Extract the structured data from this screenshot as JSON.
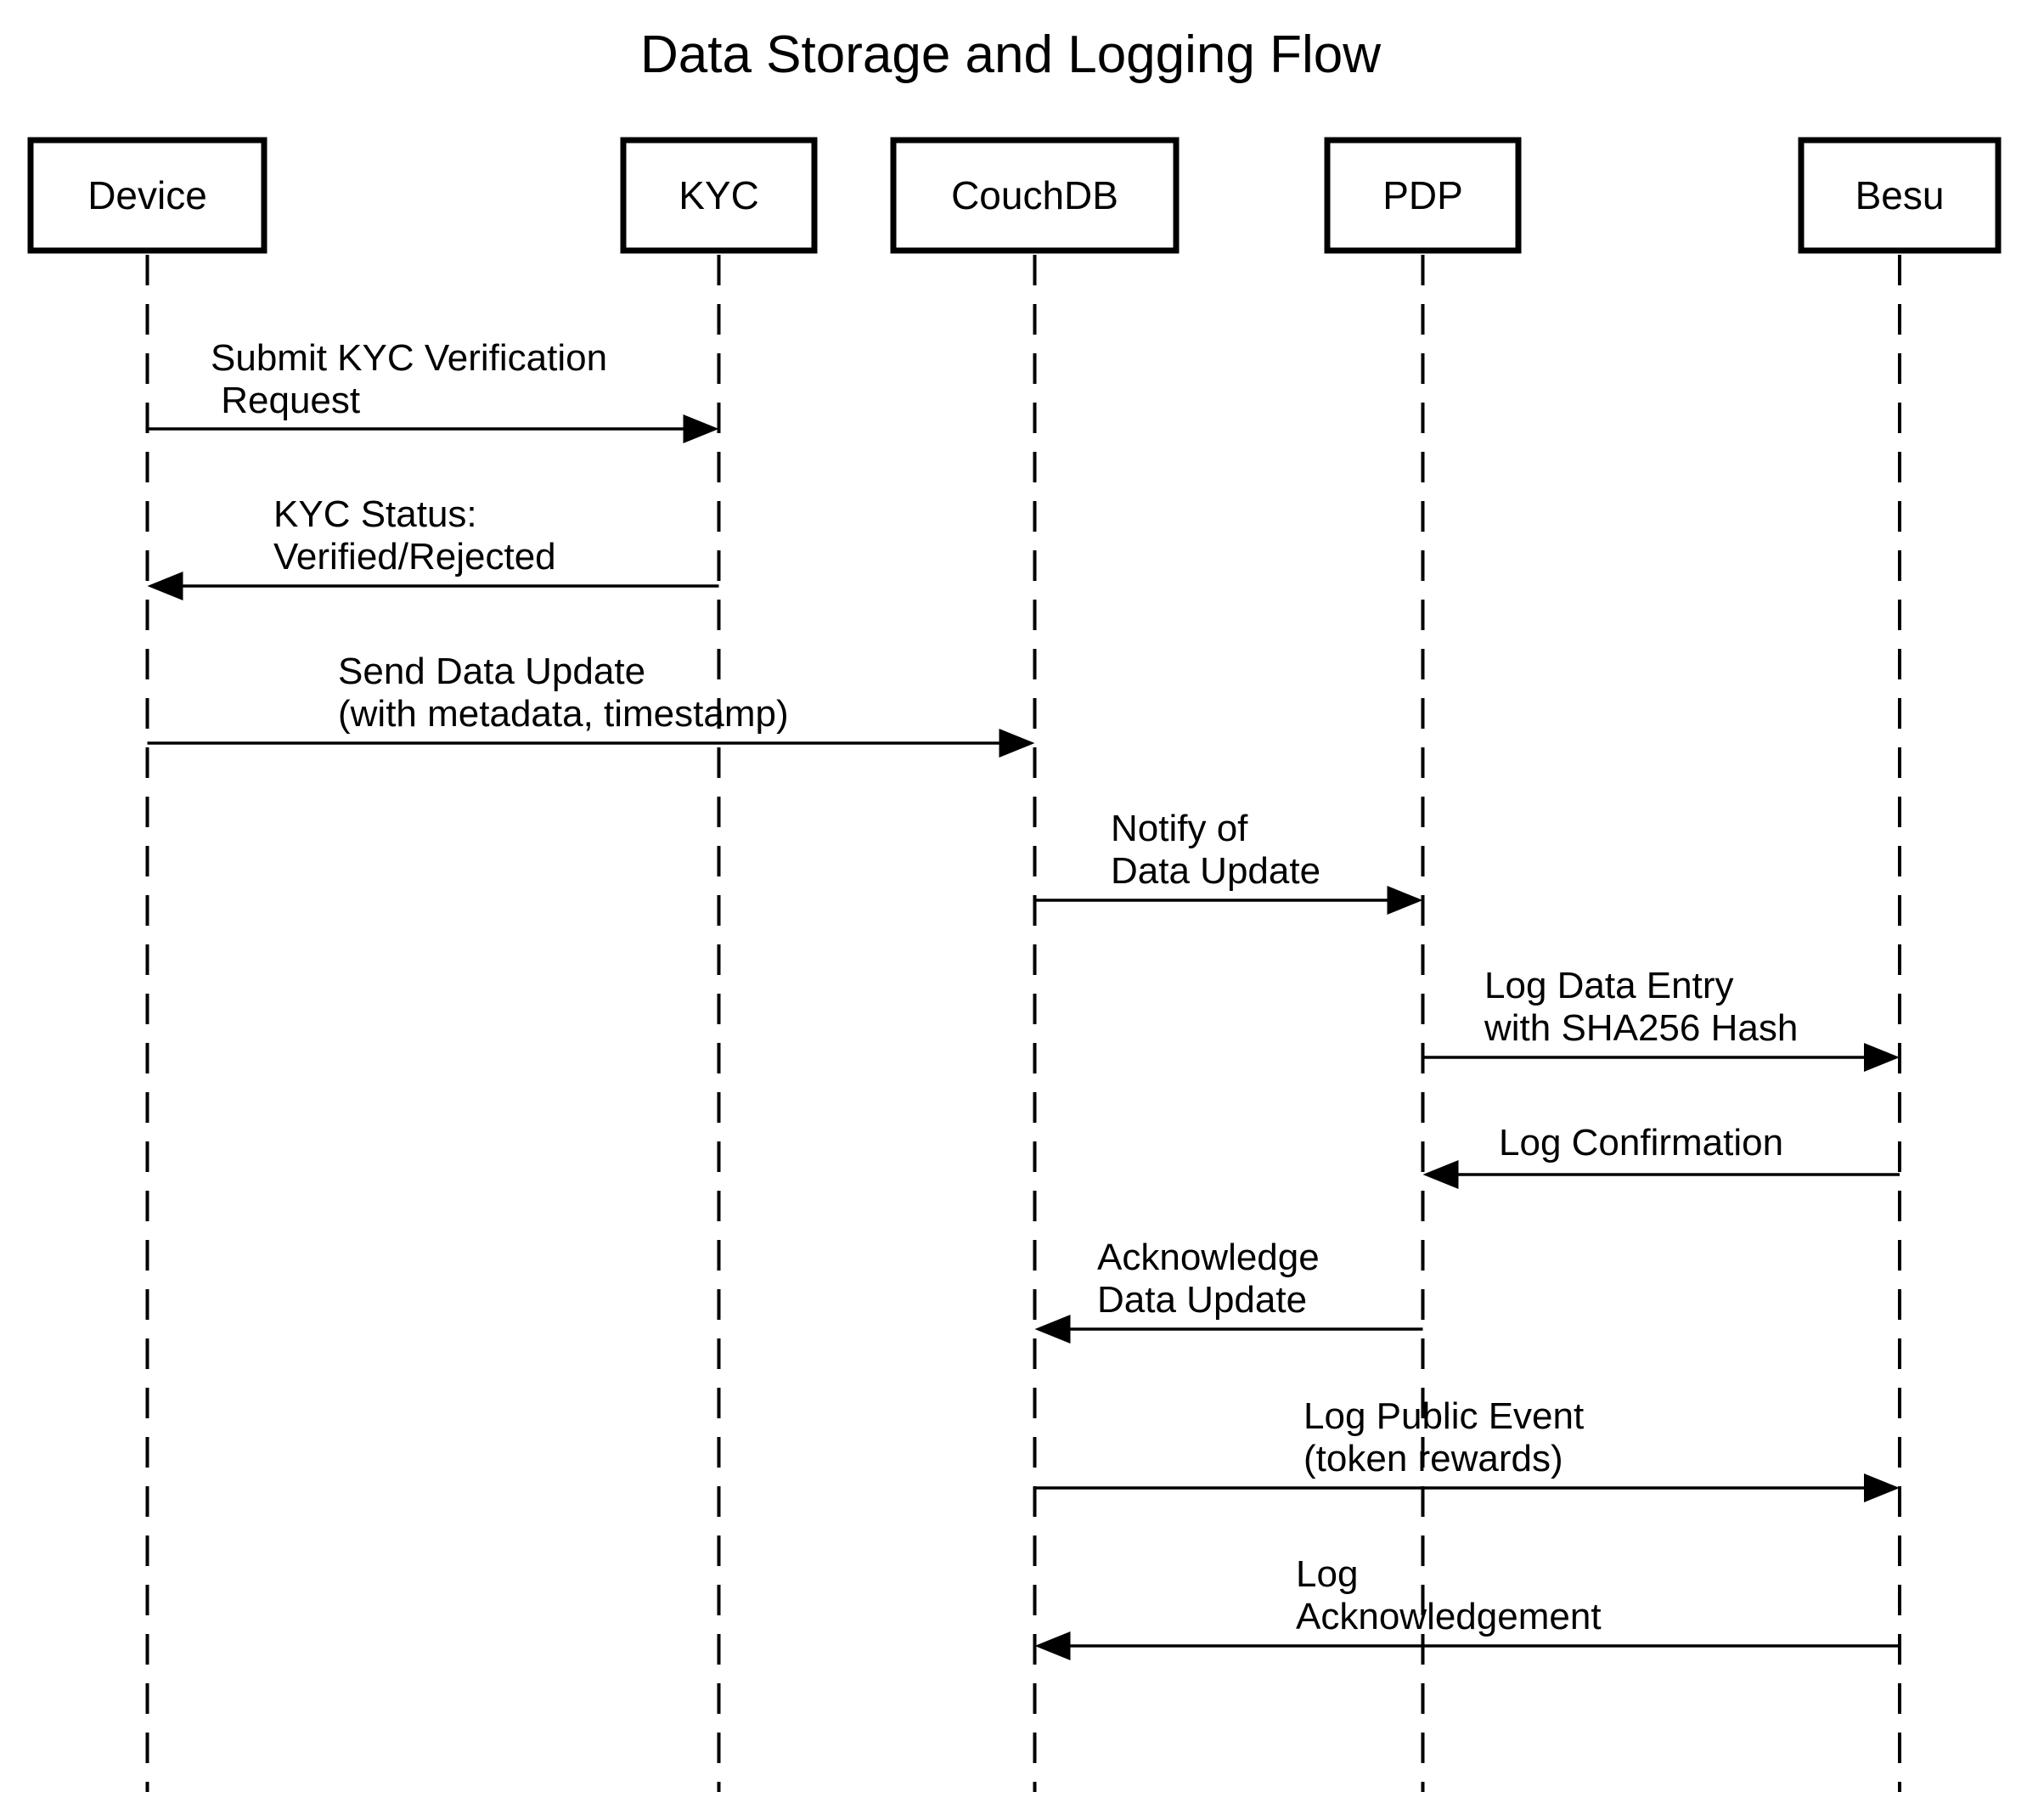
{
  "title": "Data Storage and Logging Flow",
  "participants": [
    {
      "id": "device",
      "label": "Device"
    },
    {
      "id": "kyc",
      "label": "KYC"
    },
    {
      "id": "couchdb",
      "label": "CouchDB"
    },
    {
      "id": "pdp",
      "label": "PDP"
    },
    {
      "id": "besu",
      "label": "Besu"
    }
  ],
  "messages": [
    {
      "from": "device",
      "to": "kyc",
      "label": [
        "Submit KYC Verification",
        " Request"
      ]
    },
    {
      "from": "kyc",
      "to": "device",
      "label": [
        "KYC Status:",
        "Verified/Rejected"
      ]
    },
    {
      "from": "device",
      "to": "couchdb",
      "label": [
        "Send Data Update",
        "(with metadata, timestamp)"
      ]
    },
    {
      "from": "couchdb",
      "to": "pdp",
      "label": [
        "Notify of",
        "Data Update"
      ]
    },
    {
      "from": "pdp",
      "to": "besu",
      "label": [
        "Log Data Entry",
        "with SHA256 Hash"
      ]
    },
    {
      "from": "besu",
      "to": "pdp",
      "label": [
        "Log Confirmation"
      ]
    },
    {
      "from": "pdp",
      "to": "couchdb",
      "label": [
        "Acknowledge",
        "Data Update"
      ]
    },
    {
      "from": "couchdb",
      "to": "besu",
      "label": [
        "Log Public Event",
        "(token rewards)"
      ]
    },
    {
      "from": "besu",
      "to": "couchdb",
      "label": [
        "Log",
        "Acknowledgement"
      ]
    }
  ]
}
